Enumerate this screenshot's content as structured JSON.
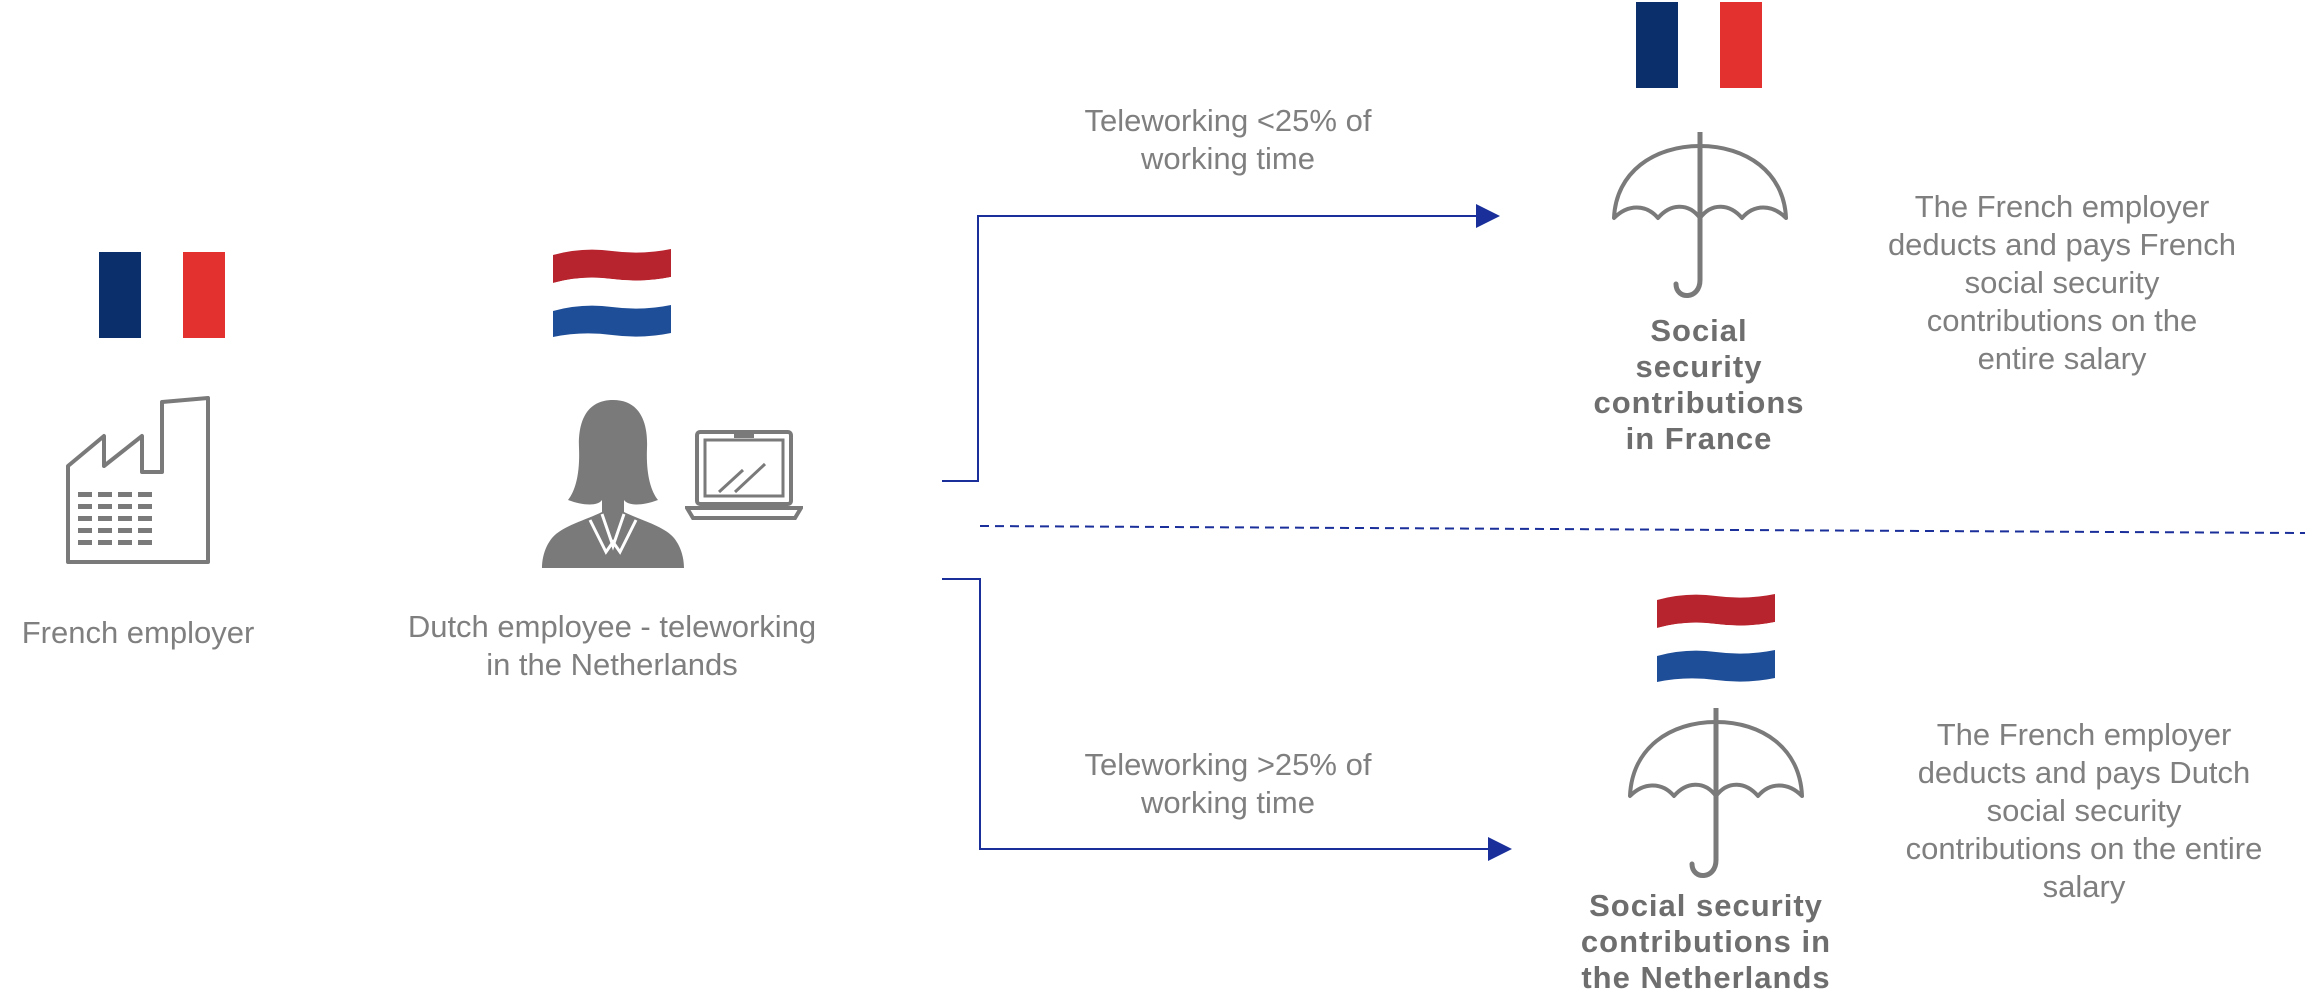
{
  "employer": {
    "label": "French employer",
    "flag": "france-flag"
  },
  "employee": {
    "label": "Dutch employee - teleworking\nin the Netherlands",
    "flag": "netherlands-flag"
  },
  "branches": [
    {
      "condition": "Teleworking <25% of\nworking time",
      "outcome_title": "Social\nsecurity\ncontributions\nin France",
      "outcome_description": "The French employer\ndeducts and pays French\nsocial security\ncontributions on the\nentire salary",
      "flag": "france-flag"
    },
    {
      "condition": "Teleworking >25% of\nworking time",
      "outcome_title": "Social security\ncontributions in\nthe Netherlands",
      "outcome_description": "The French employer\ndeducts and pays Dutch\nsocial security\ncontributions on the entire\nsalary",
      "flag": "netherlands-flag"
    }
  ],
  "colors": {
    "france_blue": "#0a2f6b",
    "france_red": "#e2312f",
    "nl_red": "#b8242e",
    "nl_blue": "#1f4e98",
    "arrow": "#1a2f9a",
    "icon_gray": "#7a7a7a"
  }
}
